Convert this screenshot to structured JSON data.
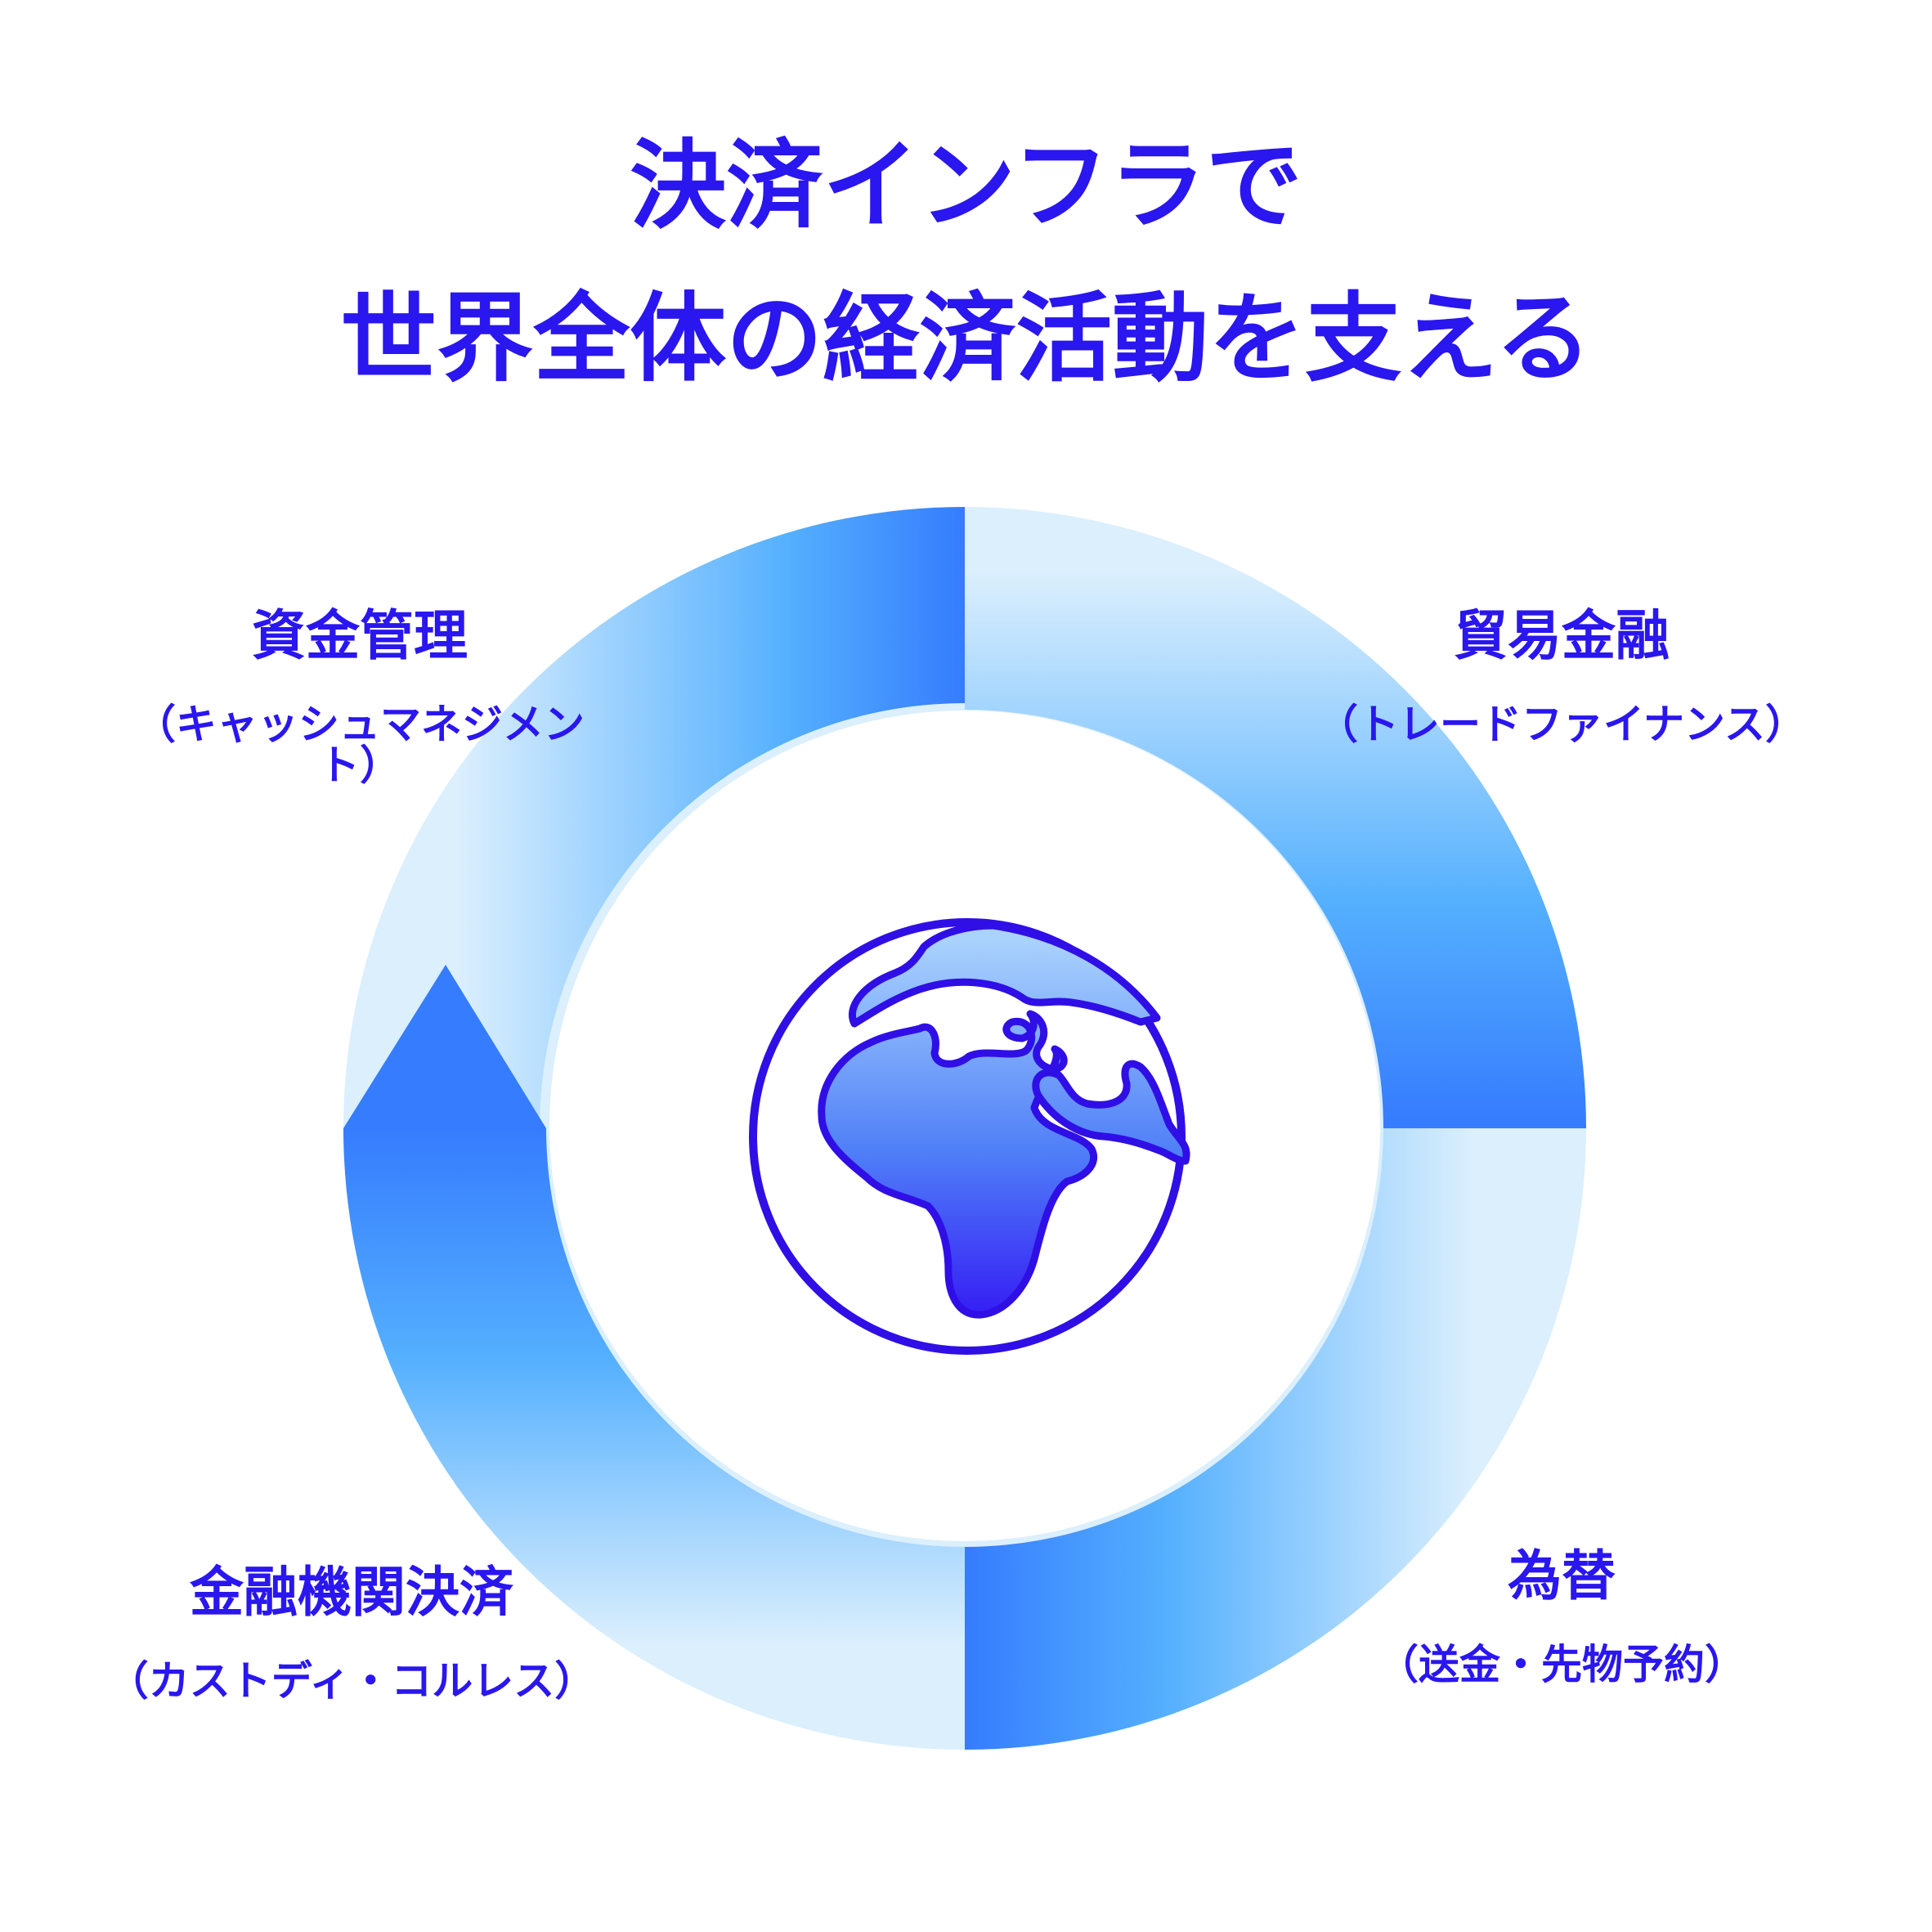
{
  "title": {
    "line1": "決済インフラで",
    "line2": "世界全体の経済活動を支える"
  },
  "items": [
    {
      "label": "資金管理",
      "sublabel": "（キャッシュマネジメント）"
    },
    {
      "label": "貿易金融",
      "sublabel": "（トレードファイナンス）"
    },
    {
      "label": "為替",
      "sublabel": "（送金・先物予約）"
    },
    {
      "label": "金融機関決済",
      "sublabel": "（カストディ・コルレス）"
    }
  ],
  "colors": {
    "text": "#2a16ee",
    "arrow_dark": "#357cfe",
    "arrow_mid": "#55b0fe",
    "arrow_light": "#dbeffd",
    "globe_stroke": "#2f0fe6",
    "globe_top": "#a9d2fd",
    "globe_bottom": "#3418f4"
  },
  "center_icon": "globe-icon"
}
